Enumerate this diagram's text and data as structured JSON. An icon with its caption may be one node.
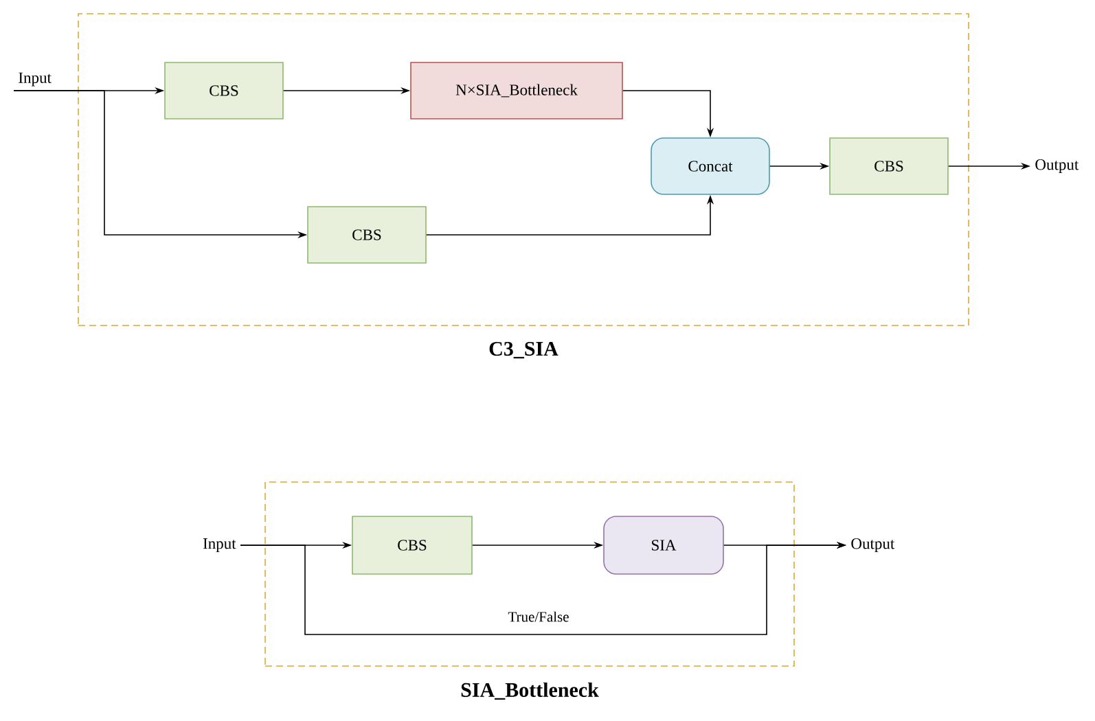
{
  "diagram": {
    "nodes": [
      {
        "text": [
          "C3_SIA"
        ]
      },
      {
        "text": [
          "Input"
        ]
      },
      {
        "text": [
          "CBS"
        ],
        "in": 0
      },
      {
        "text": [
          "N×SIA_Bottleneck"
        ],
        "in": 0
      },
      {
        "text": [
          "CBS"
        ],
        "in": 0
      },
      {
        "text": [
          "Concat"
        ],
        "in": 0
      },
      {
        "text": [
          "CBS"
        ],
        "in": 0
      },
      {
        "text": [
          "Output"
        ]
      },
      {
        "text": [
          "SIA_Bottleneck"
        ]
      },
      {
        "text": [
          "Input"
        ]
      },
      {
        "text": [
          "CBS"
        ],
        "in": 8
      },
      {
        "text": [
          "SIA"
        ],
        "in": 8
      },
      {
        "text": [
          "Output"
        ]
      }
    ],
    "edges": [
      {
        "from": 1,
        "to": 2,
        "arrow": "to"
      },
      {
        "from": 1,
        "to": 4,
        "arrow": "to"
      },
      {
        "from": 2,
        "to": 3,
        "arrow": "to"
      },
      {
        "from": 3,
        "to": 5,
        "arrow": "to"
      },
      {
        "from": 4,
        "to": 5,
        "arrow": "to"
      },
      {
        "from": 5,
        "to": 6,
        "arrow": "to"
      },
      {
        "from": 6,
        "to": 7,
        "arrow": "to"
      },
      {
        "from": 9,
        "to": 10,
        "arrow": "to"
      },
      {
        "from": 9,
        "to": 12,
        "arrow": "to",
        "label": "True/False"
      },
      {
        "from": 10,
        "to": 11,
        "arrow": "to"
      },
      {
        "from": 11,
        "to": 12,
        "arrow": "to"
      }
    ]
  }
}
